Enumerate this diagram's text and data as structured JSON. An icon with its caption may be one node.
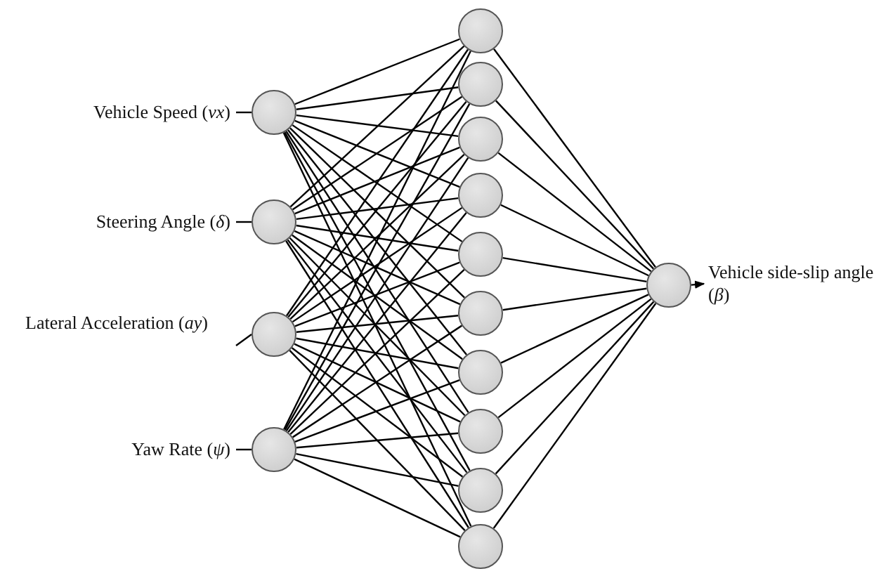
{
  "diagram": {
    "nodes": [
      {
        "text": [
          "Vehicle Speed (*vx*)"
        ]
      },
      {
        "text": [
          "Steering Angle (*δ*)"
        ]
      },
      {
        "text": [
          "Lateral Acceleration (*ay*)"
        ]
      },
      {
        "text": [
          "Yaw Rate (*ψ*)"
        ]
      },
      {
        "text": [],
        "shape": "circle"
      },
      {
        "text": [],
        "shape": "circle"
      },
      {
        "text": [],
        "shape": "circle"
      },
      {
        "text": [],
        "shape": "circle"
      },
      {
        "text": [],
        "shape": "circle"
      },
      {
        "text": [],
        "shape": "circle"
      },
      {
        "text": [],
        "shape": "circle"
      },
      {
        "text": [],
        "shape": "circle"
      },
      {
        "text": [],
        "shape": "circle"
      },
      {
        "text": [],
        "shape": "circle"
      },
      {
        "text": [],
        "shape": "circle"
      },
      {
        "text": [],
        "shape": "circle"
      },
      {
        "text": [],
        "shape": "circle"
      },
      {
        "text": [],
        "shape": "circle"
      },
      {
        "text": [],
        "shape": "circle"
      },
      {
        "text": [
          "Vehicle side-slip angle (*β*)"
        ]
      }
    ],
    "edges": [
      {
        "from": 0,
        "to": 4,
        "arrow": "none"
      },
      {
        "from": 1,
        "to": 5,
        "arrow": "none"
      },
      {
        "from": 2,
        "to": 6,
        "arrow": "none"
      },
      {
        "from": 3,
        "to": 7,
        "arrow": "none"
      },
      {
        "from": 4,
        "to": 8,
        "arrow": "none"
      },
      {
        "from": 4,
        "to": 9,
        "arrow": "none"
      },
      {
        "from": 4,
        "to": 10,
        "arrow": "none"
      },
      {
        "from": 4,
        "to": 11,
        "arrow": "none"
      },
      {
        "from": 4,
        "to": 12,
        "arrow": "none"
      },
      {
        "from": 4,
        "to": 13,
        "arrow": "none"
      },
      {
        "from": 4,
        "to": 14,
        "arrow": "none"
      },
      {
        "from": 4,
        "to": 15,
        "arrow": "none"
      },
      {
        "from": 4,
        "to": 16,
        "arrow": "none"
      },
      {
        "from": 4,
        "to": 17,
        "arrow": "none"
      },
      {
        "from": 5,
        "to": 8,
        "arrow": "none"
      },
      {
        "from": 5,
        "to": 9,
        "arrow": "none"
      },
      {
        "from": 5,
        "to": 10,
        "arrow": "none"
      },
      {
        "from": 5,
        "to": 11,
        "arrow": "none"
      },
      {
        "from": 5,
        "to": 12,
        "arrow": "none"
      },
      {
        "from": 5,
        "to": 13,
        "arrow": "none"
      },
      {
        "from": 5,
        "to": 14,
        "arrow": "none"
      },
      {
        "from": 5,
        "to": 15,
        "arrow": "none"
      },
      {
        "from": 5,
        "to": 16,
        "arrow": "none"
      },
      {
        "from": 5,
        "to": 17,
        "arrow": "none"
      },
      {
        "from": 6,
        "to": 8,
        "arrow": "none"
      },
      {
        "from": 6,
        "to": 9,
        "arrow": "none"
      },
      {
        "from": 6,
        "to": 10,
        "arrow": "none"
      },
      {
        "from": 6,
        "to": 11,
        "arrow": "none"
      },
      {
        "from": 6,
        "to": 12,
        "arrow": "none"
      },
      {
        "from": 6,
        "to": 13,
        "arrow": "none"
      },
      {
        "from": 6,
        "to": 14,
        "arrow": "none"
      },
      {
        "from": 6,
        "to": 15,
        "arrow": "none"
      },
      {
        "from": 6,
        "to": 16,
        "arrow": "none"
      },
      {
        "from": 6,
        "to": 17,
        "arrow": "none"
      },
      {
        "from": 7,
        "to": 8,
        "arrow": "none"
      },
      {
        "from": 7,
        "to": 9,
        "arrow": "none"
      },
      {
        "from": 7,
        "to": 10,
        "arrow": "none"
      },
      {
        "from": 7,
        "to": 11,
        "arrow": "none"
      },
      {
        "from": 7,
        "to": 12,
        "arrow": "none"
      },
      {
        "from": 7,
        "to": 13,
        "arrow": "none"
      },
      {
        "from": 7,
        "to": 14,
        "arrow": "none"
      },
      {
        "from": 7,
        "to": 15,
        "arrow": "none"
      },
      {
        "from": 7,
        "to": 16,
        "arrow": "none"
      },
      {
        "from": 7,
        "to": 17,
        "arrow": "none"
      },
      {
        "from": 8,
        "to": 18,
        "arrow": "none"
      },
      {
        "from": 9,
        "to": 18,
        "arrow": "none"
      },
      {
        "from": 10,
        "to": 18,
        "arrow": "none"
      },
      {
        "from": 11,
        "to": 18,
        "arrow": "none"
      },
      {
        "from": 12,
        "to": 18,
        "arrow": "none"
      },
      {
        "from": 13,
        "to": 18,
        "arrow": "none"
      },
      {
        "from": 14,
        "to": 18,
        "arrow": "none"
      },
      {
        "from": 15,
        "to": 18,
        "arrow": "none"
      },
      {
        "from": 16,
        "to": 18,
        "arrow": "none"
      },
      {
        "from": 17,
        "to": 18,
        "arrow": "none"
      },
      {
        "from": 18,
        "to": 19,
        "arrow": "to"
      }
    ]
  }
}
